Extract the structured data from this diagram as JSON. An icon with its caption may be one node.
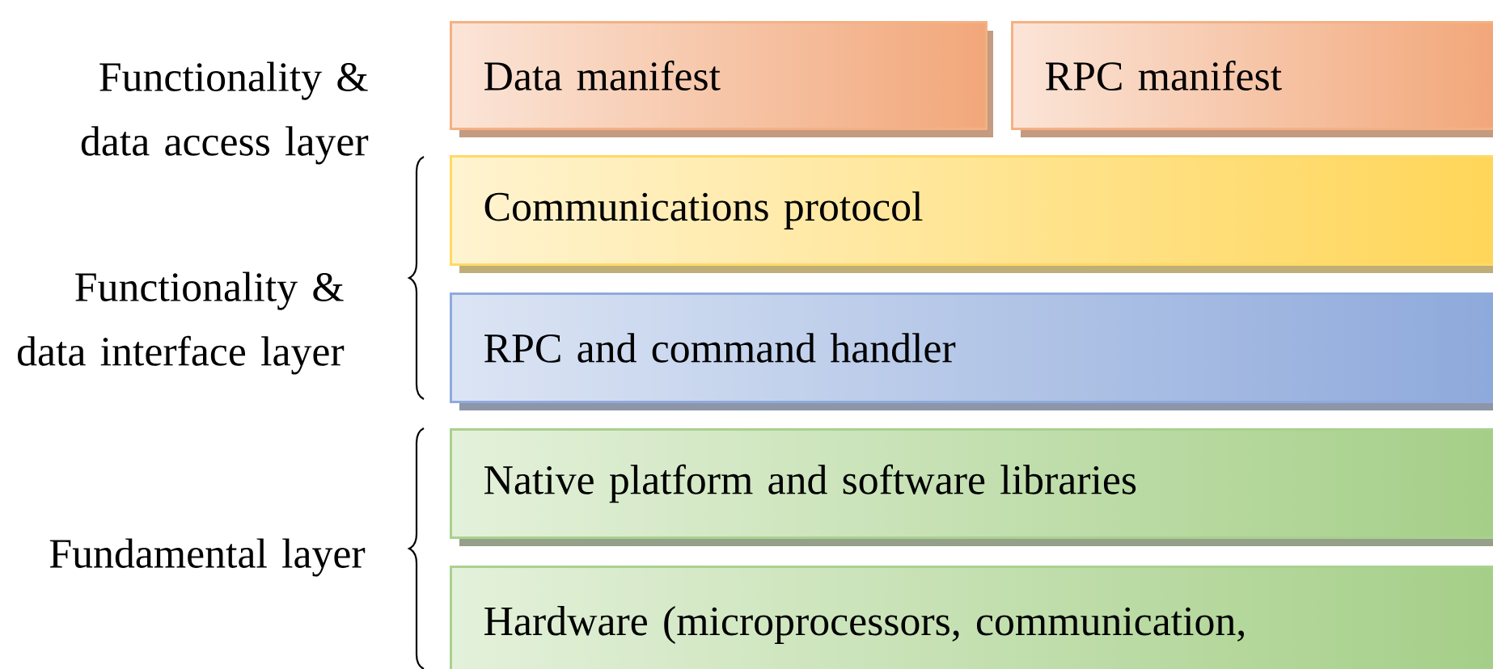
{
  "diagram": {
    "nodes": [
      {
        "text": [
          "Data manifest"
        ]
      },
      {
        "text": [
          "RPC manifest"
        ]
      },
      {
        "text": [
          "Communications protocol"
        ]
      },
      {
        "text": [
          "RPC and command handler"
        ]
      },
      {
        "text": [
          "Native platform and software libraries"
        ]
      },
      {
        "text": [
          "Hardware (microprocessors, communication,"
        ]
      }
    ],
    "labels": [
      "Functionality & data access layer",
      "Functionality & data interface layer",
      "Fundamental layer"
    ]
  }
}
